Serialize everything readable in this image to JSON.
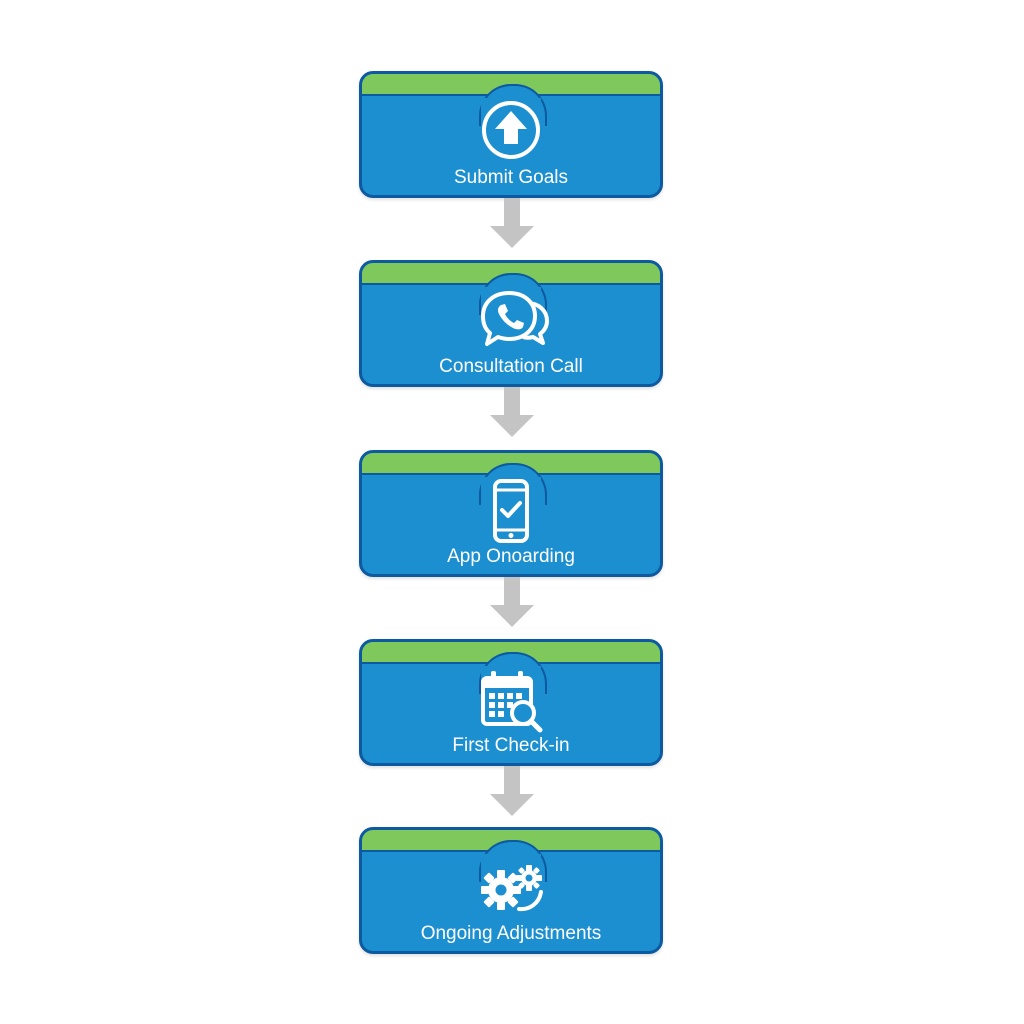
{
  "flow": {
    "steps": [
      {
        "label": "Submit Goals",
        "icon": "upload-arrow-icon"
      },
      {
        "label": "Consultation Call",
        "icon": "phone-chat-icon"
      },
      {
        "label": "App Onoarding",
        "icon": "smartphone-check-icon"
      },
      {
        "label": "First Check-in",
        "icon": "calendar-search-icon"
      },
      {
        "label": "Ongoing Adjustments",
        "icon": "gears-icon"
      }
    ]
  },
  "colors": {
    "box_fill": "#1c8fd0",
    "box_border": "#0d5aa0",
    "top_band": "#7ec85c",
    "arrow": "#c4c4c4",
    "label_text": "#ffffff"
  }
}
